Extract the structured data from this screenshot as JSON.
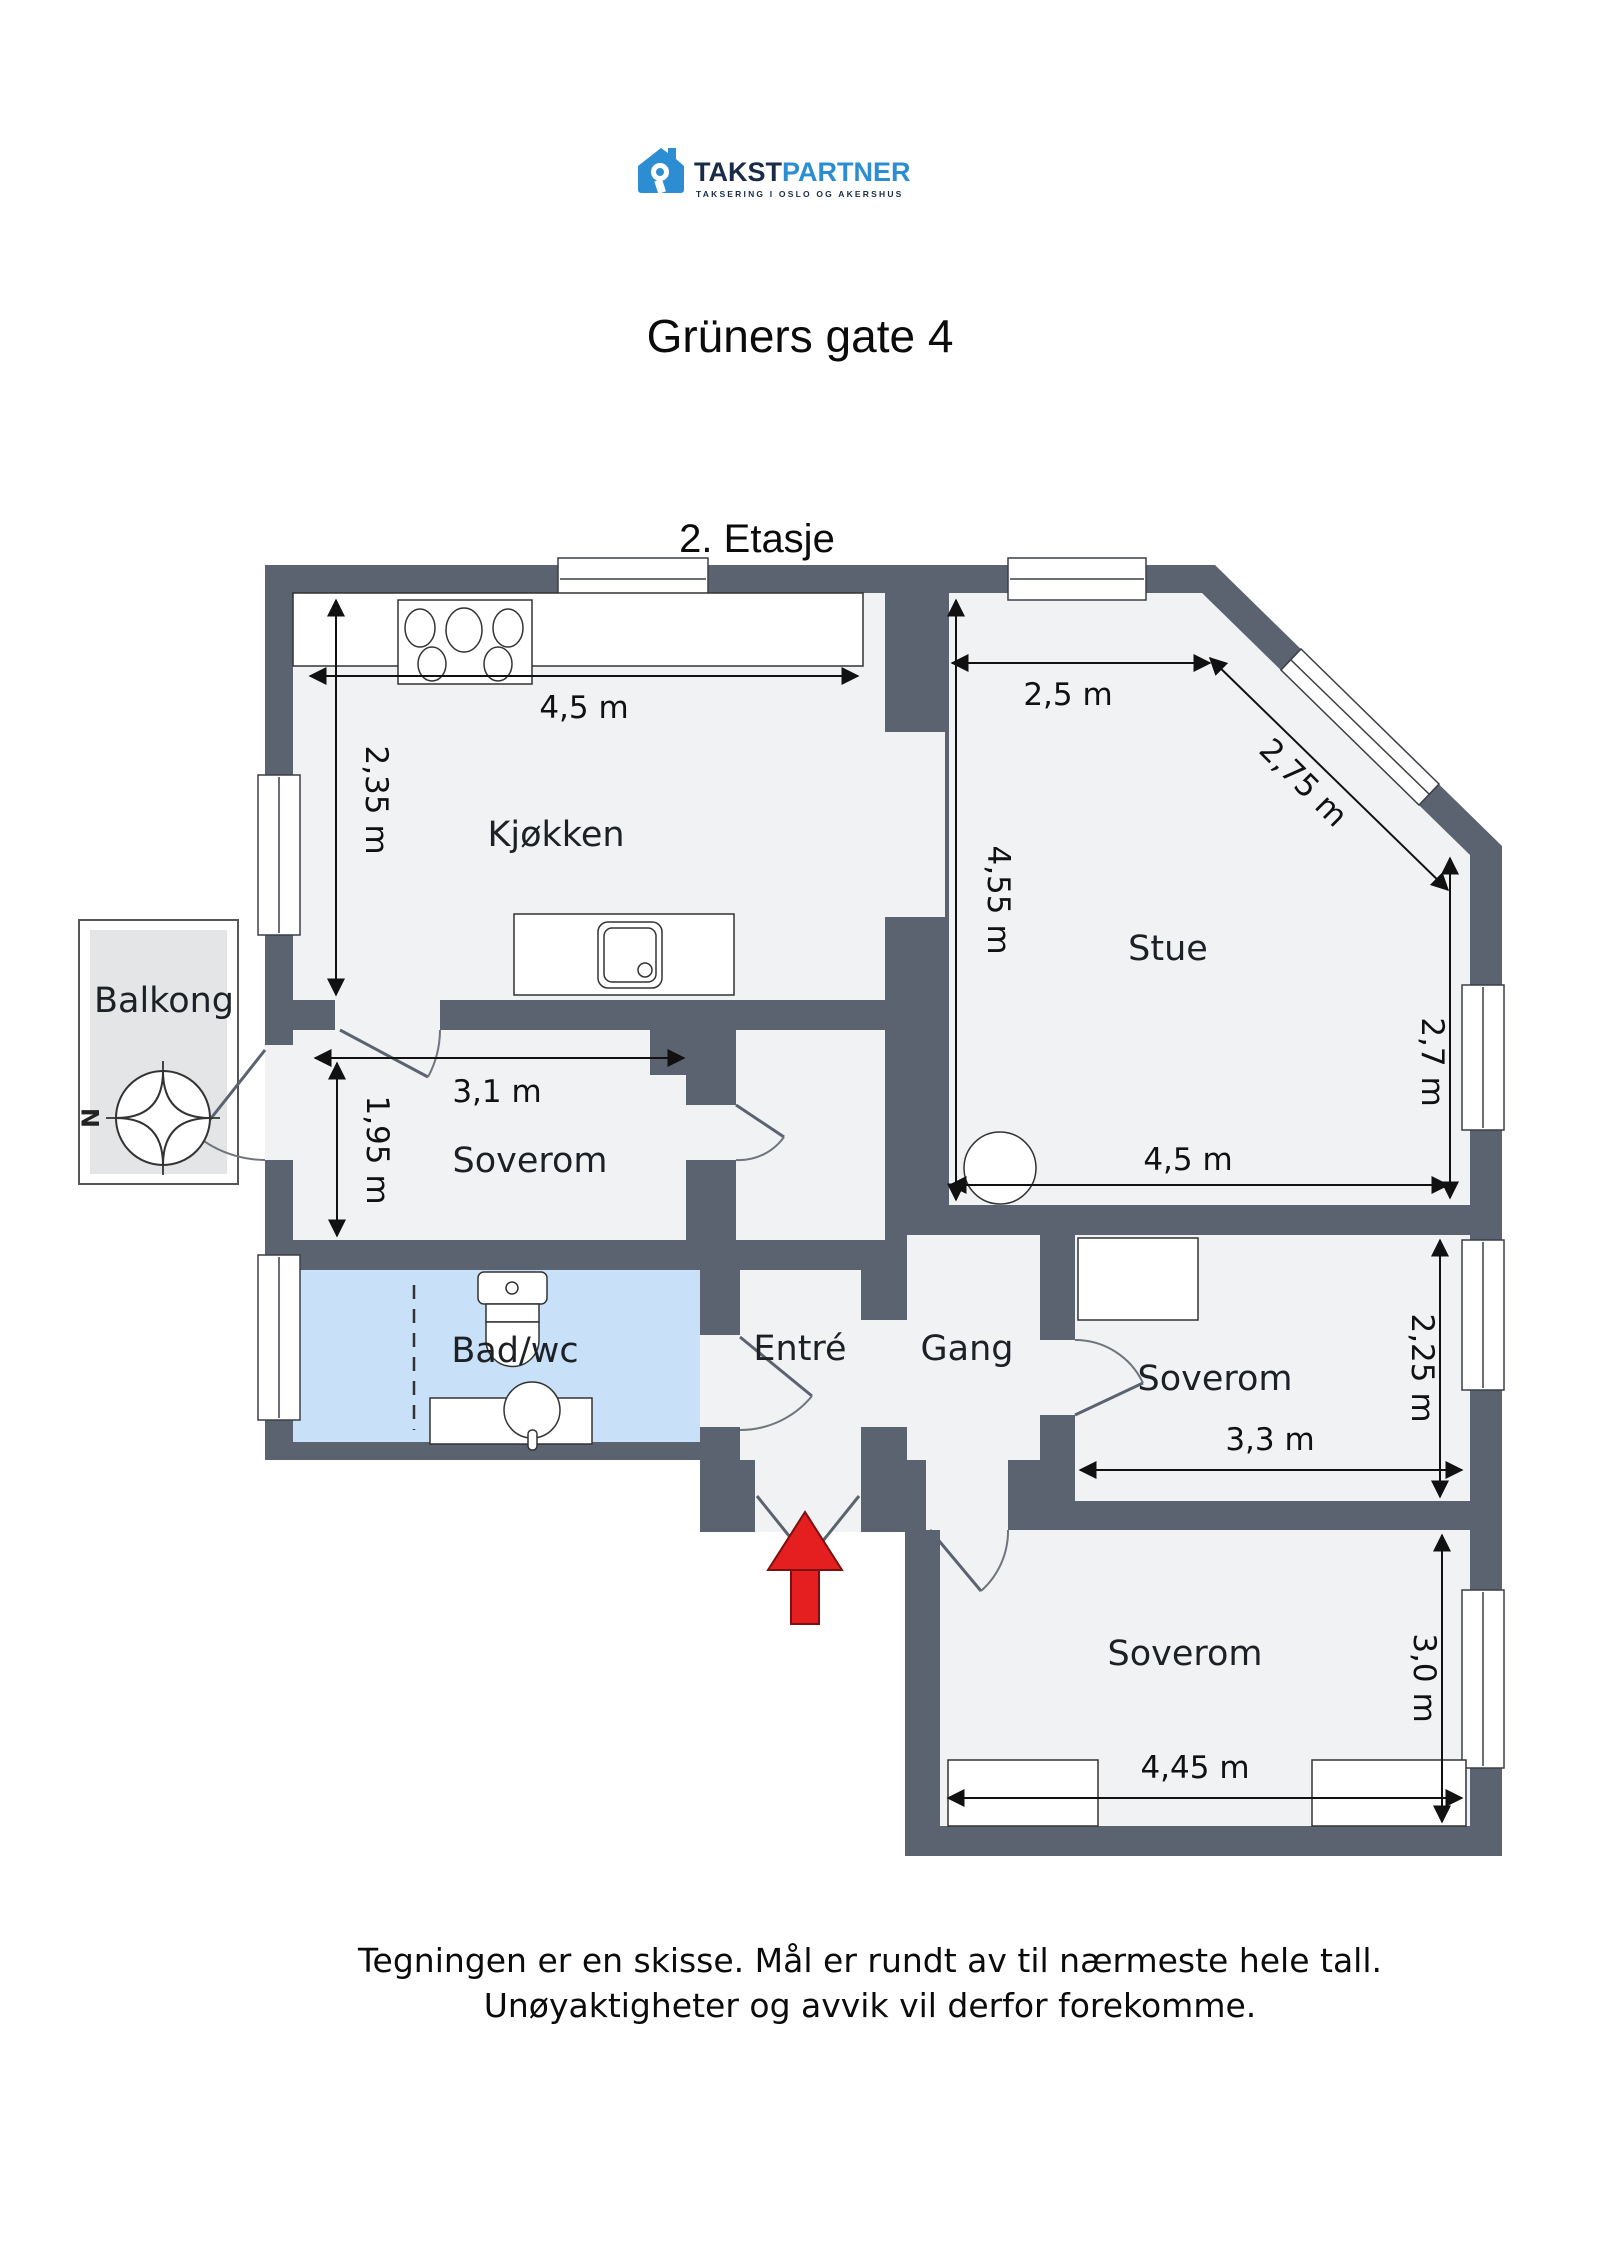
{
  "logo": {
    "brand_primary": "TAKST",
    "brand_secondary": "PARTNER",
    "tagline": "TAKSERING I OSLO OG AKERSHUS"
  },
  "title": "Grüners gate 4",
  "floor_label": "2. Etasje",
  "compass": {
    "north_label": "N"
  },
  "colors": {
    "wall": "#5b6370",
    "floor": "#f1f2f4",
    "bathroom_floor": "#c8e1f8",
    "balcony_floor": "#e3e5e7",
    "entrance_arrow_red": "#e51f1f",
    "logo_blue": "#2d8dd3",
    "logo_navy": "#1a2b49"
  },
  "rooms": {
    "kjokken": {
      "label": "Kjøkken"
    },
    "stue": {
      "label": "Stue"
    },
    "soverom1": {
      "label": "Soverom"
    },
    "balkong": {
      "label": "Balkong"
    },
    "badwc": {
      "label": "Bad/wc"
    },
    "entre": {
      "label": "Entré"
    },
    "gang": {
      "label": "Gang"
    },
    "soverom2": {
      "label": "Soverom"
    },
    "soverom3": {
      "label": "Soverom"
    }
  },
  "dimensions": {
    "kjokken_w": "4,5 m",
    "kjokken_h": "2,35 m",
    "soverom1_w": "3,1 m",
    "soverom1_h": "1,95 m",
    "stue_top": "2,5 m",
    "stue_diag": "2,75 m",
    "stue_h": "4,55 m",
    "stue_right": "2,7 m",
    "stue_w": "4,5 m",
    "soverom2_w": "3,3 m",
    "soverom2_h": "2,25 m",
    "soverom3_w": "4,45 m",
    "soverom3_h": "3,0 m"
  },
  "footer": {
    "line1": "Tegningen er en skisse. Mål er rundt av til nærmeste hele tall.",
    "line2": "Unøyaktigheter og avvik vil derfor forekomme."
  }
}
